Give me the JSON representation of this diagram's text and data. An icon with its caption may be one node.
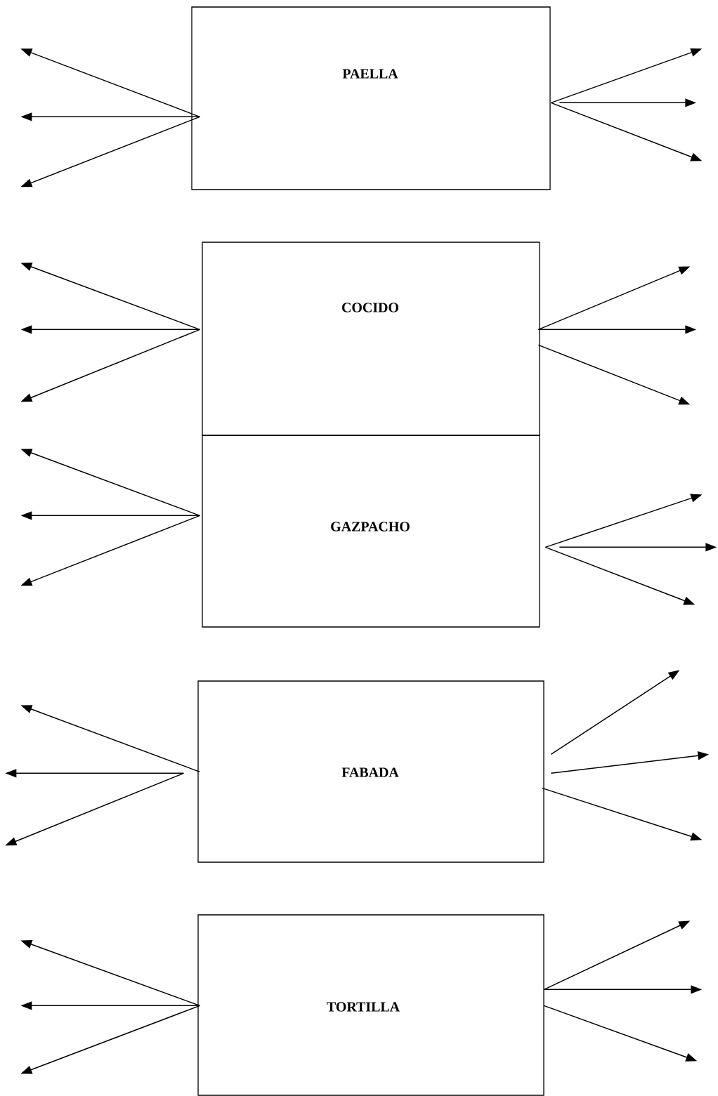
{
  "diagram": {
    "nodes": [
      {
        "text": [
          "PAELLA"
        ]
      },
      {
        "text": [
          "COCIDO"
        ]
      },
      {
        "text": [
          "GAZPACHO"
        ]
      },
      {
        "text": [
          "FABADA"
        ]
      },
      {
        "text": [
          "TORTILLA"
        ]
      }
    ],
    "edges": [
      {
        "from": 0,
        "to": null,
        "arrow": "to"
      },
      {
        "from": 0,
        "to": null,
        "arrow": "to"
      },
      {
        "from": 0,
        "to": null,
        "arrow": "to"
      },
      {
        "from": 0,
        "to": null,
        "arrow": "to"
      },
      {
        "from": 0,
        "to": null,
        "arrow": "to"
      },
      {
        "from": 0,
        "to": null,
        "arrow": "to"
      },
      {
        "from": 1,
        "to": null,
        "arrow": "to"
      },
      {
        "from": 1,
        "to": null,
        "arrow": "to"
      },
      {
        "from": 1,
        "to": null,
        "arrow": "to"
      },
      {
        "from": 1,
        "to": null,
        "arrow": "to"
      },
      {
        "from": 1,
        "to": null,
        "arrow": "to"
      },
      {
        "from": 1,
        "to": null,
        "arrow": "to"
      },
      {
        "from": 2,
        "to": null,
        "arrow": "to"
      },
      {
        "from": 2,
        "to": null,
        "arrow": "to"
      },
      {
        "from": 2,
        "to": null,
        "arrow": "to"
      },
      {
        "from": 2,
        "to": null,
        "arrow": "to"
      },
      {
        "from": 2,
        "to": null,
        "arrow": "to"
      },
      {
        "from": 2,
        "to": null,
        "arrow": "to"
      },
      {
        "from": 3,
        "to": null,
        "arrow": "to"
      },
      {
        "from": 3,
        "to": null,
        "arrow": "to"
      },
      {
        "from": 3,
        "to": null,
        "arrow": "to"
      },
      {
        "from": 3,
        "to": null,
        "arrow": "to"
      },
      {
        "from": 3,
        "to": null,
        "arrow": "to"
      },
      {
        "from": 3,
        "to": null,
        "arrow": "to"
      },
      {
        "from": 4,
        "to": null,
        "arrow": "to"
      },
      {
        "from": 4,
        "to": null,
        "arrow": "to"
      },
      {
        "from": 4,
        "to": null,
        "arrow": "to"
      },
      {
        "from": 4,
        "to": null,
        "arrow": "to"
      },
      {
        "from": 4,
        "to": null,
        "arrow": "to"
      },
      {
        "from": 4,
        "to": null,
        "arrow": "to"
      }
    ]
  }
}
